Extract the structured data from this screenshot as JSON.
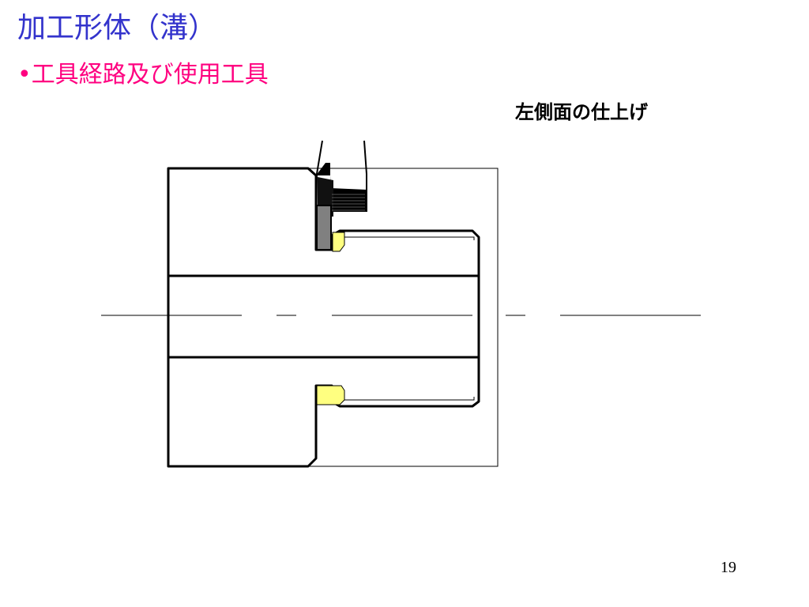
{
  "slide": {
    "title": "加工形体（溝）",
    "bullet": "•工具経路及び使用工具",
    "caption": "左側面の仕上げ",
    "page_number": "19"
  },
  "colors": {
    "title": "#3333cc",
    "bullet": "#ff0080",
    "stroke": "#000000",
    "highlight": "#ffff80",
    "tool": "#808080"
  }
}
